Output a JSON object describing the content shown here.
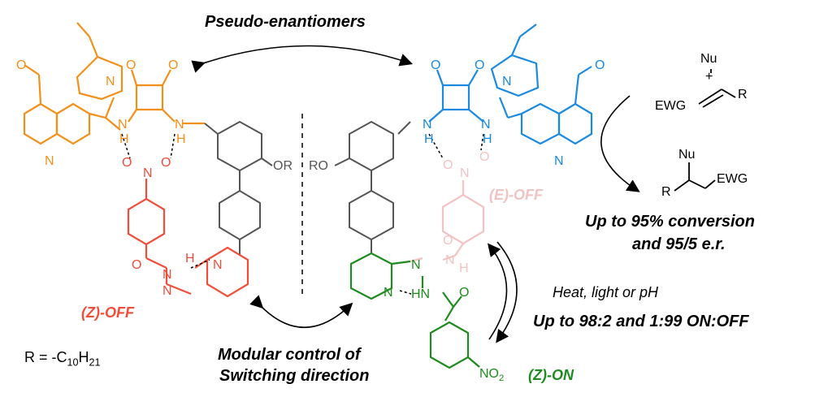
{
  "title": "Pseudo-enantiomers",
  "states": {
    "z_off": "(Z)-OFF",
    "e_off": "(E)-OFF",
    "z_on": "(Z)-ON"
  },
  "modular": {
    "line1": "Modular control of",
    "line2": "Switching direction"
  },
  "stimulus": "Heat, light or pH",
  "ratio": "Up to 98:2 and 1:99 ON:OFF",
  "performance": {
    "line1": "Up to 95% conversion",
    "line2": "and 95/5 e.r."
  },
  "r_group": {
    "prefix": "R = -C",
    "sub1": "10",
    "mid": "H",
    "sub2": "21"
  },
  "reaction": {
    "nu": "Nu",
    "plus": "+",
    "ewg": "EWG",
    "r": "R"
  },
  "atoms": {
    "methoxy": "O",
    "n": "N",
    "o": "O",
    "oxide": "O",
    "minus": "-",
    "plus": "+",
    "nh": "N",
    "h": "H",
    "or": "OR",
    "ro": "RO",
    "hn": "HN",
    "no2_prefix": "NO",
    "no2_sub": "2"
  },
  "colors": {
    "orange": "#f39019",
    "red": "#f04e3a",
    "blue": "#1a8ae0",
    "pink": "#f2c3c3",
    "green": "#1e8b1e",
    "grey": "#555555",
    "black": "#000000"
  }
}
